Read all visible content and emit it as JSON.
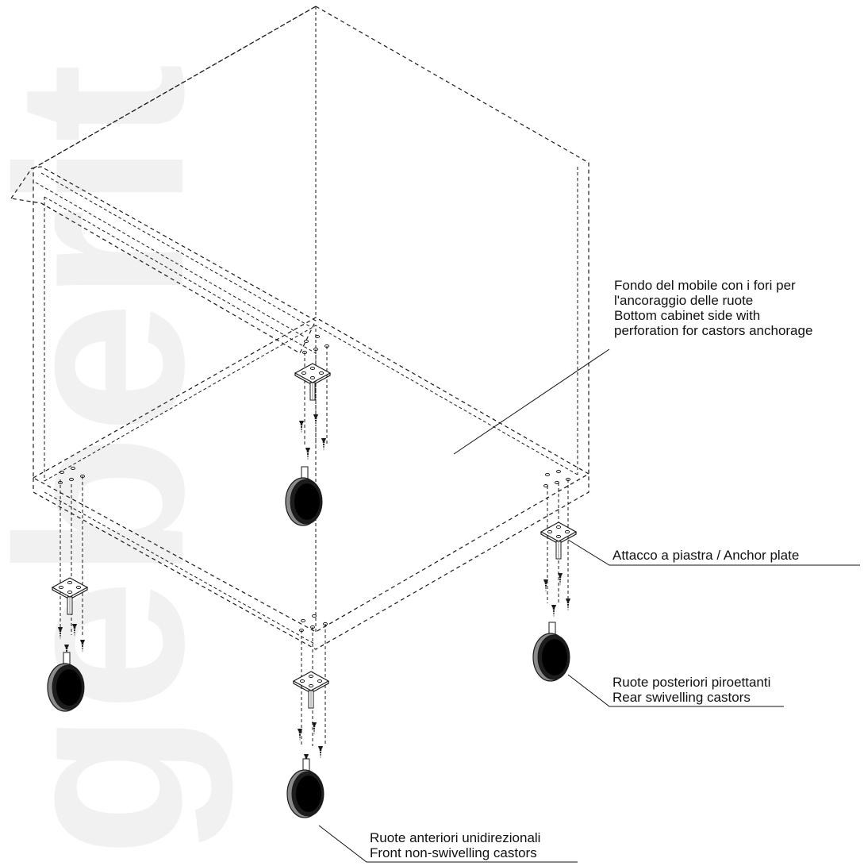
{
  "watermark": {
    "text": "geberit",
    "color": "#f1f1f1"
  },
  "labels": {
    "bottom_panel": {
      "line1": "Fondo del mobile con i fori per",
      "line2": "l'ancoraggio delle ruote",
      "line3": "Bottom cabinet side with",
      "line4": "perforation for castors anchorage"
    },
    "anchor_plate": {
      "line1": "Attacco a piastra / Anchor plate"
    },
    "rear_castors": {
      "line1": "Ruote posteriori piroettanti",
      "line2": "Rear swivelling castors"
    },
    "front_castors": {
      "line1": "Ruote anteriori unidirezionali",
      "line2": "Front non-swivelling castors"
    }
  },
  "colors": {
    "line": "#1a1a1a",
    "wheel": "#1c1c1c",
    "wheel_rim": "#8a8a8a",
    "background": "#ffffff"
  }
}
